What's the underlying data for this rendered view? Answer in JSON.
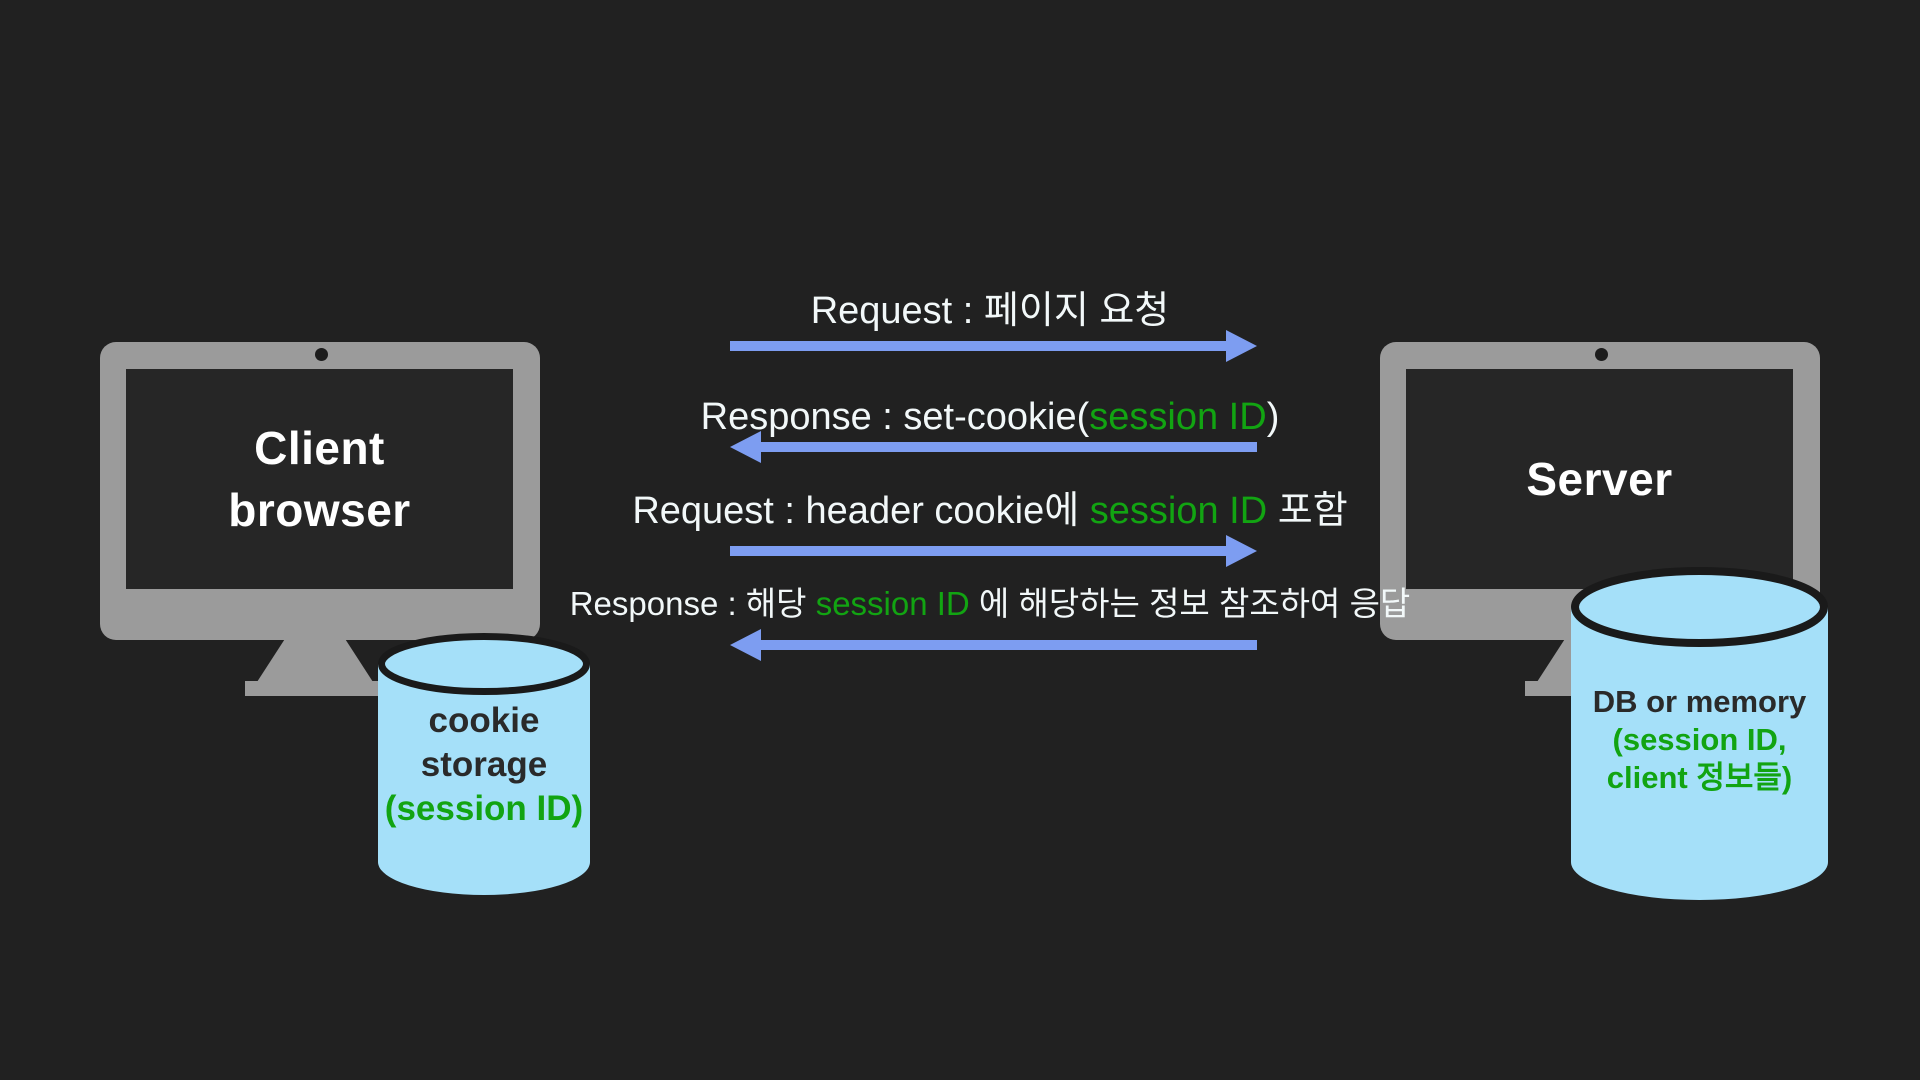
{
  "colors": {
    "background": "#212121",
    "monitor_gray": "#9b9b9b",
    "screen_dark": "#262626",
    "cylinder_blue": "#a5e0f9",
    "cylinder_outline": "#1a1a1a",
    "arrow_blue": "#7d9df1",
    "green": "#12a412",
    "light_text": "#f2f8f9",
    "dark_text": "#2a2a2a",
    "white": "#ffffff"
  },
  "client": {
    "label": "Client\nbrowser"
  },
  "server": {
    "label": "Server"
  },
  "client_storage": {
    "lines": [
      {
        "text": "cookie",
        "color": "dark_text"
      },
      {
        "text": "storage",
        "color": "dark_text"
      },
      {
        "text": "(session ID)",
        "color": "green"
      }
    ]
  },
  "server_storage": {
    "lines": [
      {
        "text": "DB or memory",
        "color": "dark_text"
      },
      {
        "text": "(session ID,",
        "color": "green"
      },
      {
        "text": "client 정보들)",
        "color": "green"
      }
    ]
  },
  "messages": [
    {
      "direction": "right",
      "segments": [
        {
          "text": "Request : 페이지 요청",
          "color": "light_text"
        }
      ]
    },
    {
      "direction": "left",
      "segments": [
        {
          "text": "Response : set-cookie(",
          "color": "light_text"
        },
        {
          "text": "session ID",
          "color": "green"
        },
        {
          "text": ")",
          "color": "light_text"
        }
      ]
    },
    {
      "direction": "right",
      "segments": [
        {
          "text": "Request : header cookie에 ",
          "color": "light_text"
        },
        {
          "text": "session ID",
          "color": "green"
        },
        {
          "text": " 포함",
          "color": "light_text"
        }
      ]
    },
    {
      "direction": "left",
      "segments": [
        {
          "text": "Response : 해당 ",
          "color": "light_text"
        },
        {
          "text": "session ID",
          "color": "green"
        },
        {
          "text": " 에 해당하는 정보 참조하여 응답",
          "color": "light_text"
        }
      ]
    }
  ]
}
